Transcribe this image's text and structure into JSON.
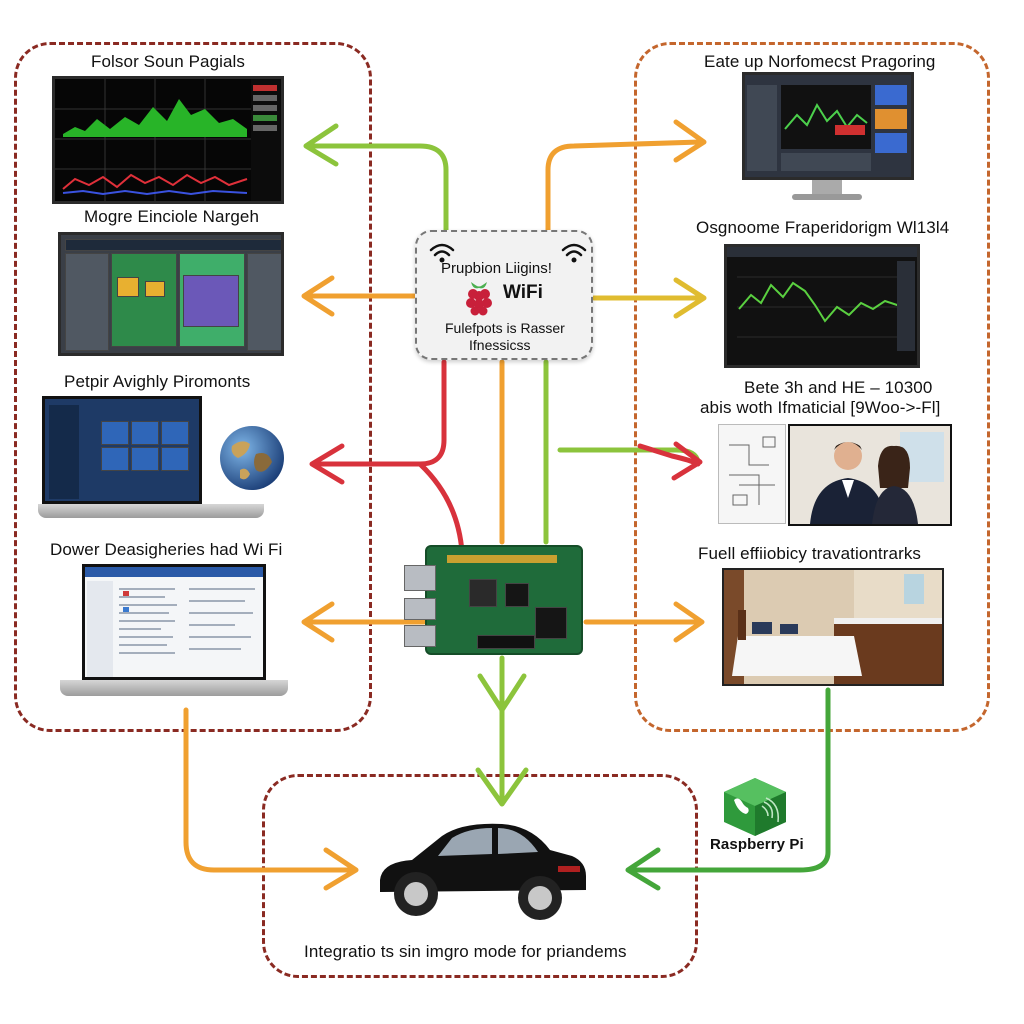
{
  "left_group": {
    "items": [
      {
        "label": "Folsor Soun Pagials"
      },
      {
        "label": "Mogre Einciole Nargeh"
      },
      {
        "label": "Petpir Avighly Piromonts"
      },
      {
        "label": "Dower Deasigheries had Wi Fi"
      }
    ]
  },
  "right_group": {
    "items": [
      {
        "label": "Eate up Norfomecst Pragoring"
      },
      {
        "label": "Osgnoome Fraperidorigm Wl13l4"
      },
      {
        "label_line1": "Bete 3h and HE – 10300",
        "label_line2": "abis woth Ifmaticial [9Woo->-Fl]"
      },
      {
        "label": "Fuell effiiobicy travationtrarks"
      }
    ]
  },
  "hub": {
    "title": "Prupbion Liigins!",
    "wifi": "WiFi",
    "subtitle_line1": "Fulefpots is Rasser",
    "subtitle_line2": "Ifnessicss"
  },
  "bottom_group": {
    "caption": "Integratio ts sin imgro mode for priandems"
  },
  "brand": {
    "name": "Raspberry Pi"
  },
  "colors": {
    "arrow_green": "#8cc43c",
    "arrow_orange": "#f0a030",
    "arrow_red": "#d8323c",
    "group_dark_red": "#8a2a22",
    "group_orange": "#c4662d"
  }
}
